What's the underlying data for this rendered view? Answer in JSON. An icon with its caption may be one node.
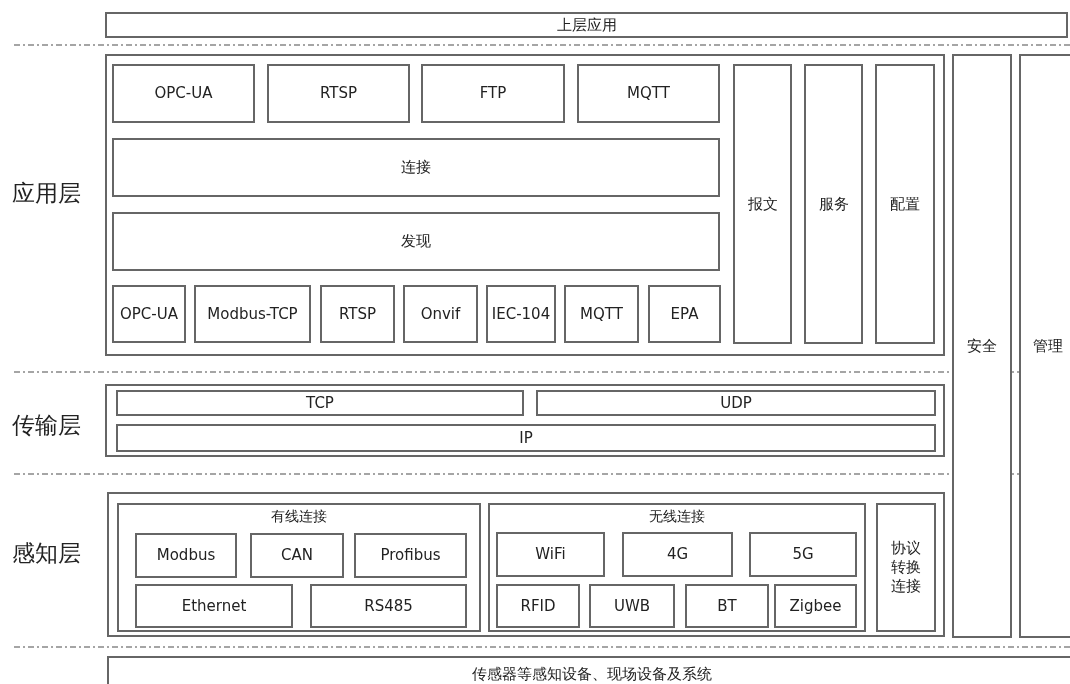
{
  "diagram": {
    "nodes": [
      {
        "text": [
          "上层应用"
        ]
      },
      {
        "text": [],
        "shape": "box"
      },
      {
        "text": [
          "OPC-UA"
        ],
        "in": 1
      },
      {
        "text": [
          "RTSP"
        ],
        "in": 1
      },
      {
        "text": [
          "FTP"
        ],
        "in": 1
      },
      {
        "text": [
          "MQTT"
        ],
        "in": 1
      },
      {
        "text": [
          "连接"
        ],
        "in": 1
      },
      {
        "text": [
          "发现"
        ],
        "in": 1
      },
      {
        "text": [
          "OPC-UA"
        ],
        "in": 1
      },
      {
        "text": [
          "Modbus-TCP"
        ],
        "in": 1
      },
      {
        "text": [
          "RTSP"
        ],
        "in": 1
      },
      {
        "text": [
          "Onvif"
        ],
        "in": 1
      },
      {
        "text": [
          "IEC-104"
        ],
        "in": 1
      },
      {
        "text": [
          "MQTT"
        ],
        "in": 1
      },
      {
        "text": [
          "EPA"
        ],
        "in": 1
      },
      {
        "text": [
          "报文"
        ],
        "in": 1
      },
      {
        "text": [
          "服务"
        ],
        "in": 1
      },
      {
        "text": [
          "配置"
        ],
        "in": 1
      },
      {
        "text": [
          "安全"
        ]
      },
      {
        "text": [
          "管理"
        ]
      },
      {
        "text": [],
        "shape": "box"
      },
      {
        "text": [
          "TCP"
        ],
        "in": 20
      },
      {
        "text": [
          "UDP"
        ],
        "in": 20
      },
      {
        "text": [
          "IP"
        ],
        "in": 20
      },
      {
        "text": [],
        "shape": "box"
      },
      {
        "text": [
          "有线连接"
        ],
        "in": 24
      },
      {
        "text": [
          "Modbus"
        ],
        "in": 25
      },
      {
        "text": [
          "CAN"
        ],
        "in": 25
      },
      {
        "text": [
          "Profibus"
        ],
        "in": 25
      },
      {
        "text": [
          "Ethernet"
        ],
        "in": 25
      },
      {
        "text": [
          "RS485"
        ],
        "in": 25
      },
      {
        "text": [
          "无线连接"
        ],
        "in": 24
      },
      {
        "text": [
          "WiFi"
        ],
        "in": 31
      },
      {
        "text": [
          "4G"
        ],
        "in": 31
      },
      {
        "text": [
          "5G"
        ],
        "in": 31
      },
      {
        "text": [
          "RFID"
        ],
        "in": 31
      },
      {
        "text": [
          "UWB"
        ],
        "in": 31
      },
      {
        "text": [
          "BT"
        ],
        "in": 31
      },
      {
        "text": [
          "Zigbee"
        ],
        "in": 31
      },
      {
        "text": [
          "协议转换连接"
        ],
        "in": 24
      },
      {
        "text": [
          "传感器等感知设备、现场设备及系统"
        ]
      }
    ],
    "labels": [
      "应用层",
      "传输层",
      "感知层"
    ]
  }
}
